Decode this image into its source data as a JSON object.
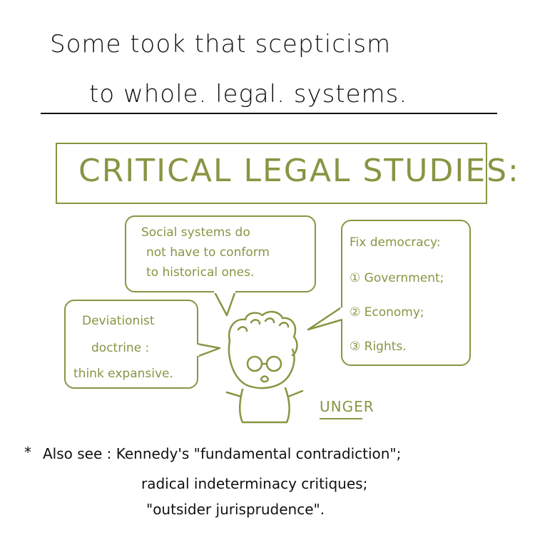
{
  "title": {
    "line1": "Some took that scepticism",
    "line2": "to whole. legal. systems."
  },
  "header": {
    "text": "CRITICAL LEGAL STUDIES:"
  },
  "bubbles": {
    "social": {
      "lines": [
        "Social systems do",
        "not have to conform",
        "to historical ones."
      ]
    },
    "fix": {
      "heading": "Fix democracy:",
      "items": [
        "① Government;",
        "② Economy;",
        "③ Rights."
      ]
    },
    "deviationist": {
      "lines": [
        "Deviationist",
        "doctrine :",
        "think expansive."
      ]
    }
  },
  "figure": {
    "name_label": "UNGER"
  },
  "footnote": {
    "star": "*",
    "line1": "Also see : Kennedy's \"fundamental contradiction\";",
    "line2": "radical indeterminacy critiques;",
    "line3": "\"outsider jurisprudence\"."
  },
  "colors": {
    "ink": "#111111",
    "olive": "#8a9443",
    "background": "#ffffff"
  }
}
